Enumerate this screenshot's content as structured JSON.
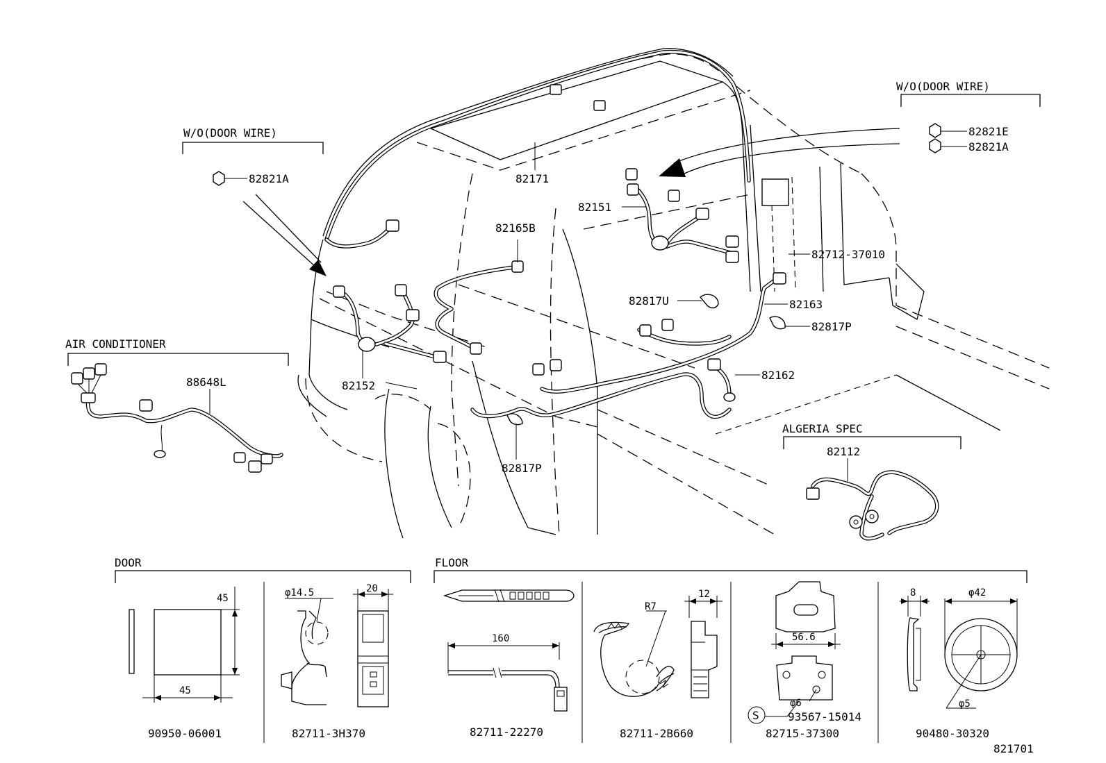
{
  "groups": {
    "left_wo_door": "W/O(DOOR WIRE)",
    "right_wo_door": "W/O(DOOR WIRE)",
    "air_conditioner": "AIR CONDITIONER",
    "algeria_spec": "ALGERIA SPEC",
    "door": "DOOR",
    "floor": "FLOOR"
  },
  "parts": {
    "p82821A_left": "82821A",
    "p82821E": "82821E",
    "p82821A_right": "82821A",
    "p82171": "82171",
    "p82151": "82151",
    "p82165B": "82165B",
    "p82712_37010": "82712-37010",
    "p82817U": "82817U",
    "p82163": "82163",
    "p82817P_right": "82817P",
    "p82162": "82162",
    "p88648L": "88648L",
    "p82152": "82152",
    "p82817P_bottom": "82817P",
    "p82112": "82112"
  },
  "details": {
    "d1_part": "90950-06001",
    "d1_dim_h": "45",
    "d1_dim_w": "45",
    "d2_part": "82711-3H370",
    "d2_dim_dia": "φ14.5",
    "d2_dim_w": "20",
    "d3_part": "82711-22270",
    "d3_dim_len": "160",
    "d4_part": "82711-2B660",
    "d4_dim_r": "R7",
    "d4_dim_w": "12",
    "d5_part": "82715-37300",
    "d5_dim_w": "56.6",
    "d5_dim_dia": "φ6",
    "d5_screw_symbol": "S",
    "d5_screw_part": "93567-15014",
    "d6_part": "90480-30320",
    "d6_dim_w": "8",
    "d6_dim_dia": "φ42",
    "d6_dim_hole": "φ5"
  },
  "figure_number": "821701"
}
